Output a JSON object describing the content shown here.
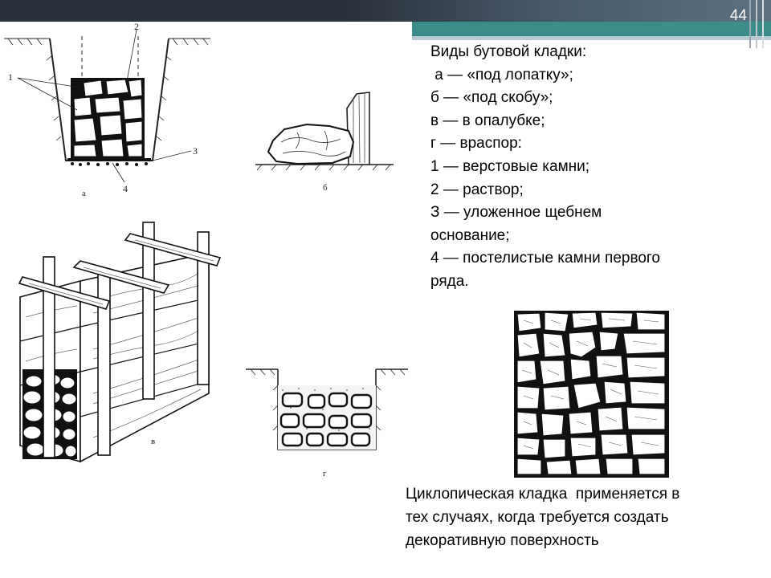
{
  "slide": {
    "number": "44"
  },
  "caption": {
    "lines": [
      "Виды бутовой кладки:",
      " а — «под лопатку»;",
      "б — «под скобу»;",
      "в — в опалубке;",
      "г — враспор:",
      "1 — верстовые камни;",
      "2 — раствор;",
      "З — уложенное щебнем",
      "основание;",
      "4 — постелистые камни первого",
      "ряда."
    ]
  },
  "figures": {
    "a": {
      "letter": "а",
      "labels": [
        "1",
        "2",
        "3",
        "4"
      ]
    },
    "b": {
      "letter": "б"
    },
    "v": {
      "letter": "в"
    },
    "g": {
      "letter": "г"
    }
  },
  "bottom_text": {
    "lines": [
      "Циклопическая кладка  применяется в",
      "тех случаях, когда требуется создать",
      "декоративную поверхность"
    ]
  },
  "colors": {
    "header_dark": "#2b313c",
    "header_accent": "#3d8c8c",
    "slide_number": "#ffffff"
  }
}
